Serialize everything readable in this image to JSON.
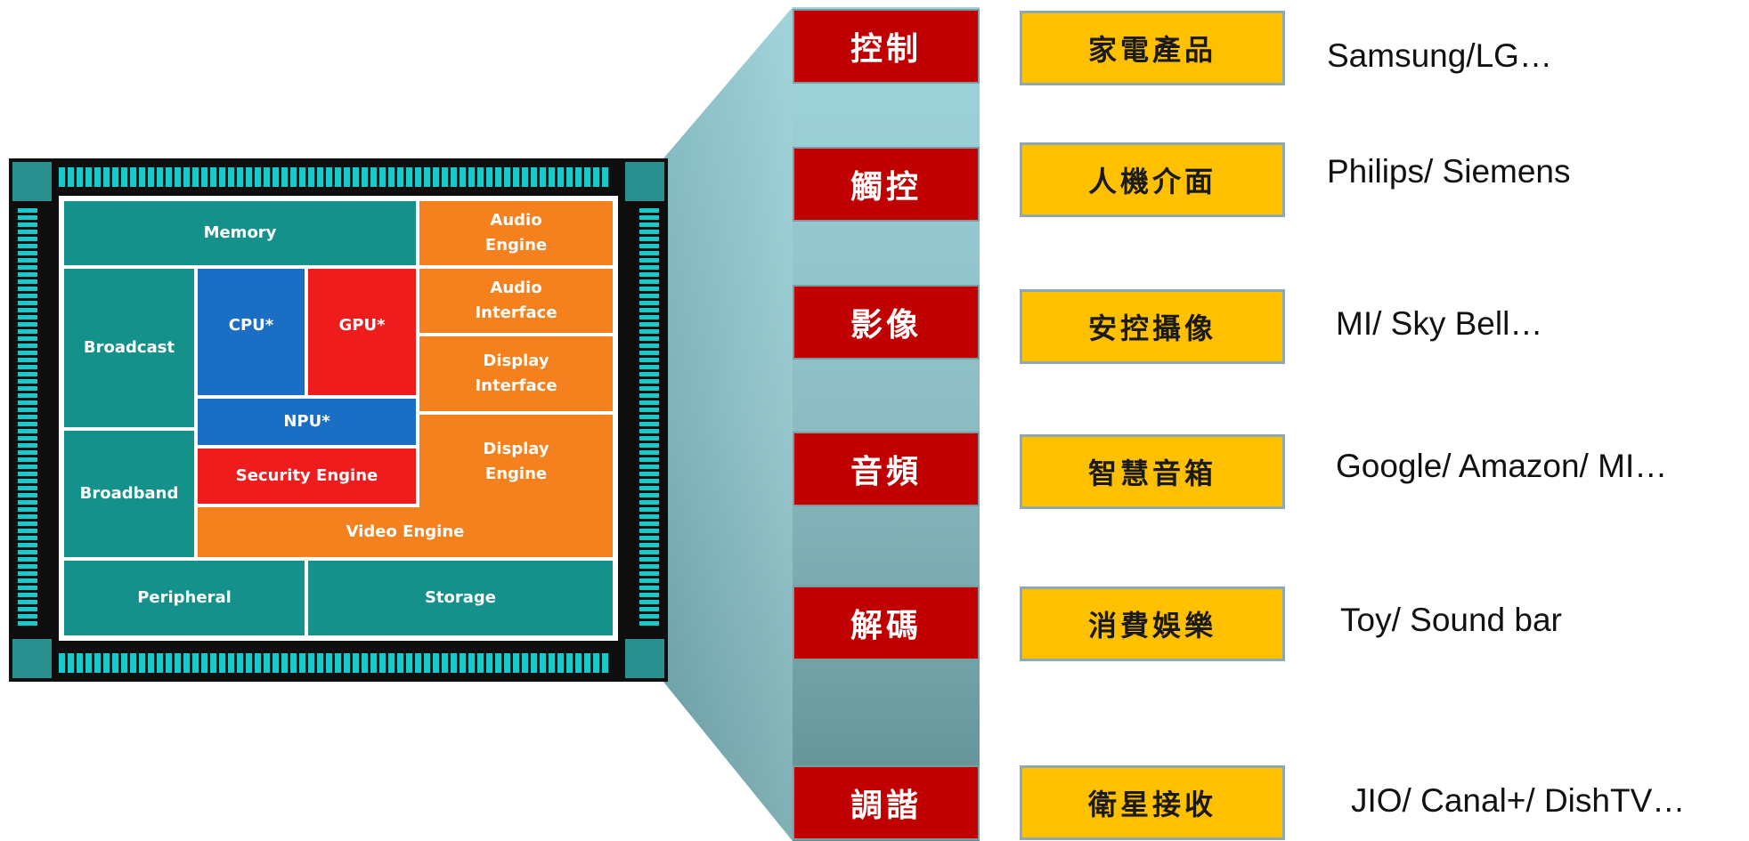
{
  "chip": {
    "blocks": {
      "memory": "Memory",
      "audio_engine": "Audio\nEngine",
      "broadcast": "Broadcast",
      "cpu": "CPU*",
      "gpu": "GPU*",
      "audio_interface": "Audio\nInterface",
      "display_interface": "Display\nInterface",
      "npu": "NPU*",
      "display_engine": "Display\nEngine",
      "broadband": "Broadband",
      "security_engine": "Security Engine",
      "video_engine": "Video Engine",
      "peripheral": "Peripheral",
      "storage": "Storage"
    }
  },
  "rows": [
    {
      "function": "控制",
      "category": "家電產品",
      "vendors": "Samsung/LG…"
    },
    {
      "function": "觸控",
      "category": "人機介面",
      "vendors": "Philips/ Siemens"
    },
    {
      "function": "影像",
      "category": "安控攝像",
      "vendors": "MI/ Sky Bell…"
    },
    {
      "function": "音頻",
      "category": "智慧音箱",
      "vendors": "Google/ Amazon/ MI…"
    },
    {
      "function": "解碼",
      "category": "消費娛樂",
      "vendors": "Toy/ Sound bar"
    },
    {
      "function": "調諧",
      "category": "衛星接收",
      "vendors": "JIO/ Canal+/ DishTV…"
    }
  ],
  "colors": {
    "function_box": "#c00000",
    "category_box": "#ffc000",
    "teal_block": "#14918a",
    "orange_block": "#f5801e",
    "blue_block": "#1a6ec4",
    "red_block": "#ee1c1c"
  }
}
